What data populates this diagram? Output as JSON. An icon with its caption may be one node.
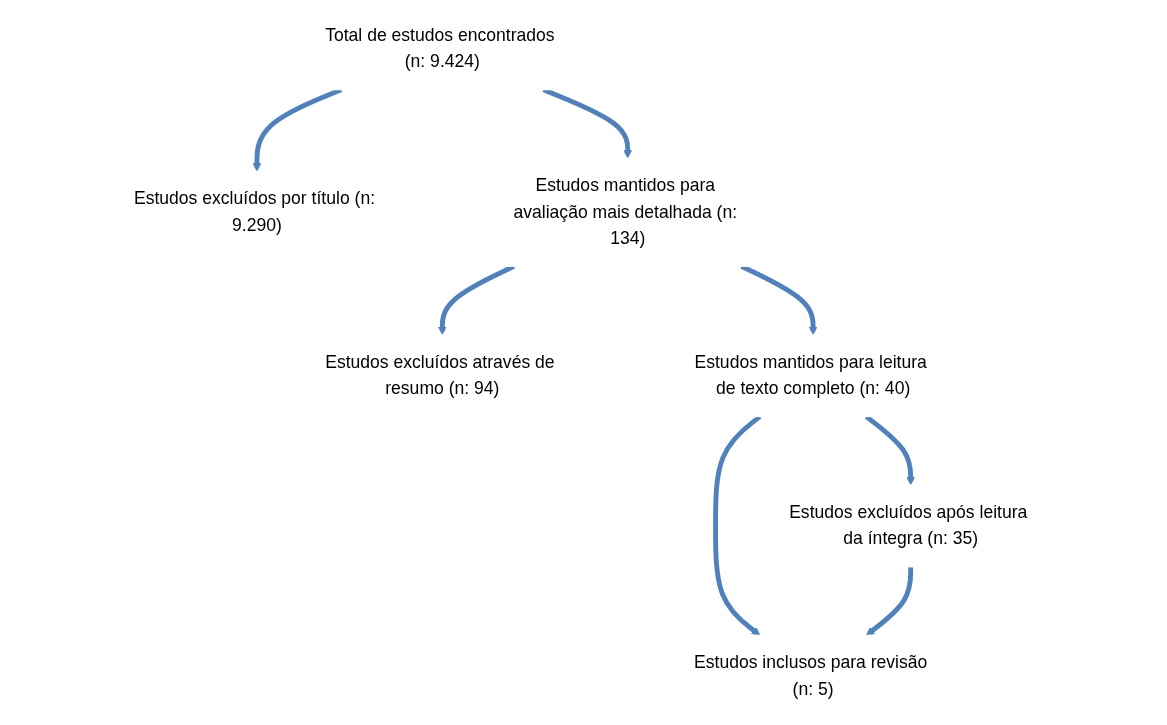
{
  "diagram": {
    "nodes": [
      {
        "text": [
          "Total de estudos encontrados (n: 9.424)"
        ]
      },
      {
        "text": [
          "Estudos excluídos por título (n: 9.290)"
        ]
      },
      {
        "text": [
          "Estudos mantidos para avaliação mais detalhada (n: 134)"
        ]
      },
      {
        "text": [
          "Estudos excluídos através de resumo (n: 94)"
        ]
      },
      {
        "text": [
          "Estudos mantidos para leitura de texto completo (n: 40)"
        ]
      },
      {
        "text": [
          "Estudos excluídos após leitura da íntegra (n: 35)"
        ]
      },
      {
        "text": [
          "Estudos inclusos para revisão (n: 5)"
        ]
      }
    ],
    "edges": [
      {
        "from": 0,
        "to": 2,
        "arrow": "to"
      },
      {
        "from": 0,
        "to": 1,
        "arrow": "to"
      },
      {
        "from": 2,
        "to": 4,
        "arrow": "to"
      },
      {
        "from": 2,
        "to": 3,
        "arrow": "to"
      },
      {
        "from": 4,
        "to": 6,
        "arrow": "to"
      },
      {
        "from": 4,
        "to": 5,
        "arrow": "to"
      },
      {
        "from": 5,
        "to": 6,
        "arrow": "to"
      }
    ]
  }
}
